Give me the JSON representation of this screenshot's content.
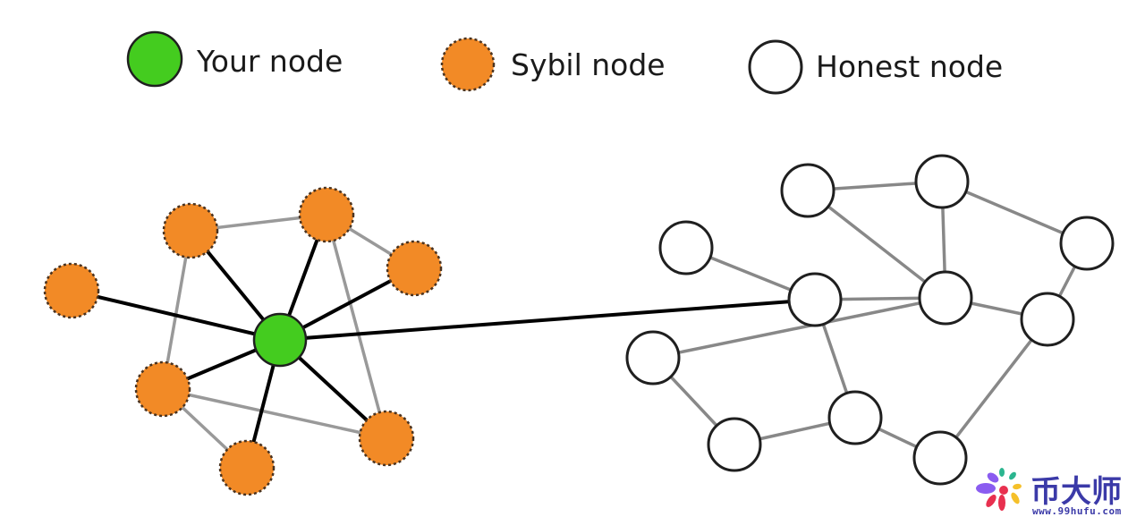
{
  "colors": {
    "your_node_fill": "#44cc1f",
    "sybil_node_fill": "#f28a26",
    "honest_node_fill": "#ffffff",
    "node_stroke": "#1f1f1f",
    "sybil_edge": "#999999",
    "honest_edge": "#888888",
    "attack_edge": "#000000",
    "watermark_text": "#3b3aa8"
  },
  "legend": [
    {
      "key": "your",
      "label": "Your node"
    },
    {
      "key": "sybil",
      "label": "Sybil node"
    },
    {
      "key": "honest",
      "label": "Honest node"
    }
  ],
  "graph": {
    "nodes": [
      {
        "id": "me",
        "type": "your"
      },
      {
        "id": "s1",
        "type": "sybil"
      },
      {
        "id": "s2",
        "type": "sybil"
      },
      {
        "id": "s3",
        "type": "sybil"
      },
      {
        "id": "s4",
        "type": "sybil"
      },
      {
        "id": "s5",
        "type": "sybil"
      },
      {
        "id": "s6",
        "type": "sybil"
      },
      {
        "id": "s7",
        "type": "sybil"
      },
      {
        "id": "h1",
        "type": "honest"
      },
      {
        "id": "h2",
        "type": "honest"
      },
      {
        "id": "h3",
        "type": "honest"
      },
      {
        "id": "h4",
        "type": "honest"
      },
      {
        "id": "h5",
        "type": "honest"
      },
      {
        "id": "h6",
        "type": "honest"
      },
      {
        "id": "h7",
        "type": "honest"
      },
      {
        "id": "h8",
        "type": "honest"
      },
      {
        "id": "h9",
        "type": "honest"
      },
      {
        "id": "h10",
        "type": "honest"
      },
      {
        "id": "h11",
        "type": "honest"
      }
    ],
    "edges": [
      {
        "from": "s2",
        "to": "s3",
        "kind": "sybil"
      },
      {
        "from": "s3",
        "to": "s4",
        "kind": "sybil"
      },
      {
        "from": "s2",
        "to": "s5",
        "kind": "sybil"
      },
      {
        "from": "s3",
        "to": "s7",
        "kind": "sybil"
      },
      {
        "from": "s5",
        "to": "s7",
        "kind": "sybil"
      },
      {
        "from": "s5",
        "to": "s6",
        "kind": "sybil"
      },
      {
        "from": "me",
        "to": "s1",
        "kind": "attack"
      },
      {
        "from": "me",
        "to": "s2",
        "kind": "attack"
      },
      {
        "from": "me",
        "to": "s3",
        "kind": "attack"
      },
      {
        "from": "me",
        "to": "s4",
        "kind": "attack"
      },
      {
        "from": "me",
        "to": "s5",
        "kind": "attack"
      },
      {
        "from": "me",
        "to": "s6",
        "kind": "attack"
      },
      {
        "from": "me",
        "to": "s7",
        "kind": "attack"
      },
      {
        "from": "me",
        "to": "h3",
        "kind": "attack"
      },
      {
        "from": "h1",
        "to": "h2",
        "kind": "honest"
      },
      {
        "from": "h1",
        "to": "h6",
        "kind": "honest"
      },
      {
        "from": "h2",
        "to": "h6",
        "kind": "honest"
      },
      {
        "from": "h2",
        "to": "h5",
        "kind": "honest"
      },
      {
        "from": "h4",
        "to": "h3",
        "kind": "honest"
      },
      {
        "from": "h3",
        "to": "h6",
        "kind": "honest"
      },
      {
        "from": "h6",
        "to": "h7",
        "kind": "honest"
      },
      {
        "from": "h5",
        "to": "h7",
        "kind": "honest"
      },
      {
        "from": "h8",
        "to": "h6",
        "kind": "honest"
      },
      {
        "from": "h3",
        "to": "h10",
        "kind": "honest"
      },
      {
        "from": "h8",
        "to": "h9",
        "kind": "honest"
      },
      {
        "from": "h9",
        "to": "h10",
        "kind": "honest"
      },
      {
        "from": "h10",
        "to": "h11",
        "kind": "honest"
      },
      {
        "from": "h7",
        "to": "h11",
        "kind": "honest"
      }
    ]
  },
  "watermark": {
    "title": "币大师",
    "url": "www.99hufu.com"
  }
}
